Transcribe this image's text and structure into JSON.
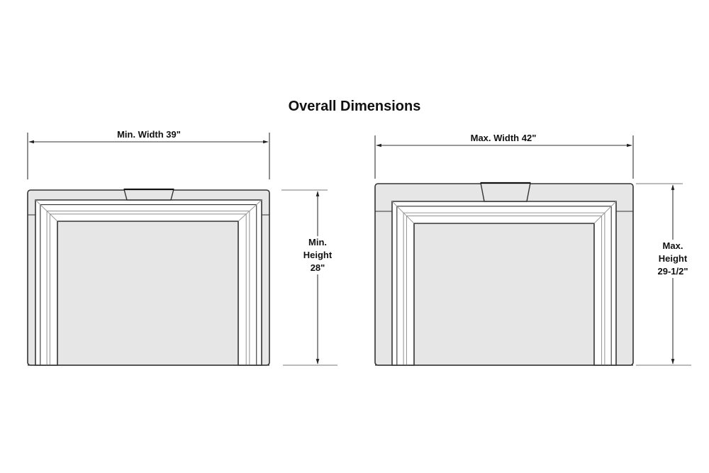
{
  "title": "Overall Dimensions",
  "min_view": {
    "width_label": "Min. Width 39\"",
    "height_label": [
      "Min.",
      "Height",
      "28\""
    ]
  },
  "max_view": {
    "width_label": "Max. Width 42\"",
    "height_label": [
      "Max.",
      "Height",
      "29-1/2\""
    ]
  },
  "colors": {
    "surround": "#e6e6e6",
    "line": "#333333",
    "trim_line": "#9a9a9a"
  }
}
